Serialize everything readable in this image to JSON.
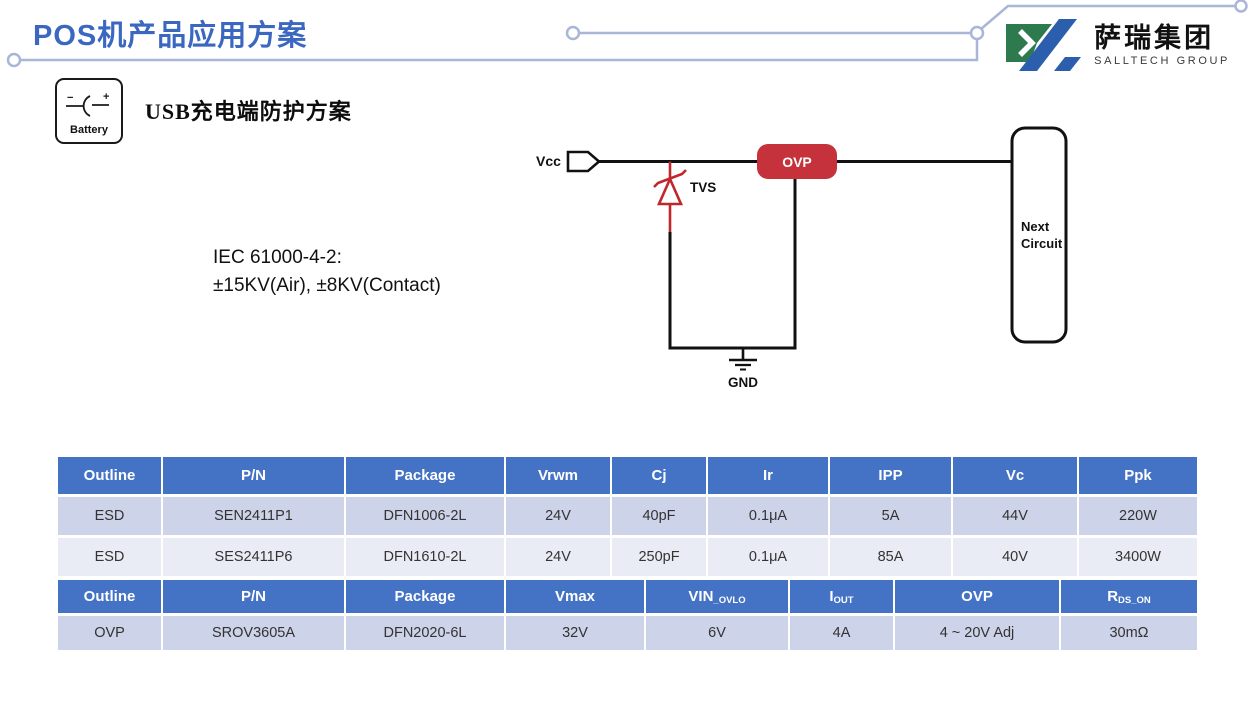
{
  "header": {
    "title": "POS机产品应用方案"
  },
  "logo": {
    "name_cn": "萨瑞集团",
    "name_en": "SALLTECH GROUP"
  },
  "battery": {
    "label": "Battery",
    "minus": "−",
    "plus": "+"
  },
  "section": {
    "title": "USB充电端防护方案"
  },
  "standard": {
    "line1": "IEC 61000-4-2:",
    "line2": "±15KV(Air), ±8KV(Contact)"
  },
  "circuit": {
    "vcc_label": "Vcc",
    "tvs_label": "TVS",
    "ovp_label": "OVP",
    "next_line1": "Next",
    "next_line2": "Circuit",
    "gnd_label": "GND"
  },
  "colors": {
    "title_blue": "#3b67c0",
    "decor_trace": "#a9b6d8",
    "table_header_blue": "#4472c4",
    "row_band_dark": "#cdd3e8",
    "row_band_light": "#e9ecf5",
    "ovp_red": "#c5323c",
    "tvs_red": "#c0272d",
    "logo_green": "#2d7a4f",
    "logo_blue": "#2b5fad"
  },
  "tables": [
    {
      "name": "esd-parts-table",
      "columns": [
        {
          "label": "Outline"
        },
        {
          "label": "P/N"
        },
        {
          "label": "Package"
        },
        {
          "label": "Vrwm"
        },
        {
          "label": "Cj"
        },
        {
          "label": "Ir"
        },
        {
          "label": "IPP"
        },
        {
          "label": "Vc"
        },
        {
          "label": "Ppk"
        }
      ],
      "rows": [
        [
          "ESD",
          "SEN2411P1",
          "DFN1006-2L",
          "24V",
          "40pF",
          "0.1μA",
          "5A",
          "44V",
          "220W"
        ],
        [
          "ESD",
          "SES2411P6",
          "DFN1610-2L",
          "24V",
          "250pF",
          "0.1μA",
          "85A",
          "40V",
          "3400W"
        ]
      ]
    },
    {
      "name": "ovp-parts-table",
      "columns": [
        {
          "label": "Outline"
        },
        {
          "label": "P/N"
        },
        {
          "label": "Package"
        },
        {
          "label": "Vmax"
        },
        {
          "label": "VIN",
          "sub": "_OVLO"
        },
        {
          "label": "I",
          "sub": "OUT"
        },
        {
          "label": "OVP"
        },
        {
          "label": "R",
          "sub": "DS_ON"
        }
      ],
      "rows": [
        [
          "OVP",
          "SROV3605A",
          "DFN2020-6L",
          "32V",
          "6V",
          "4A",
          "4 ~ 20V Adj",
          "30mΩ"
        ]
      ]
    }
  ]
}
